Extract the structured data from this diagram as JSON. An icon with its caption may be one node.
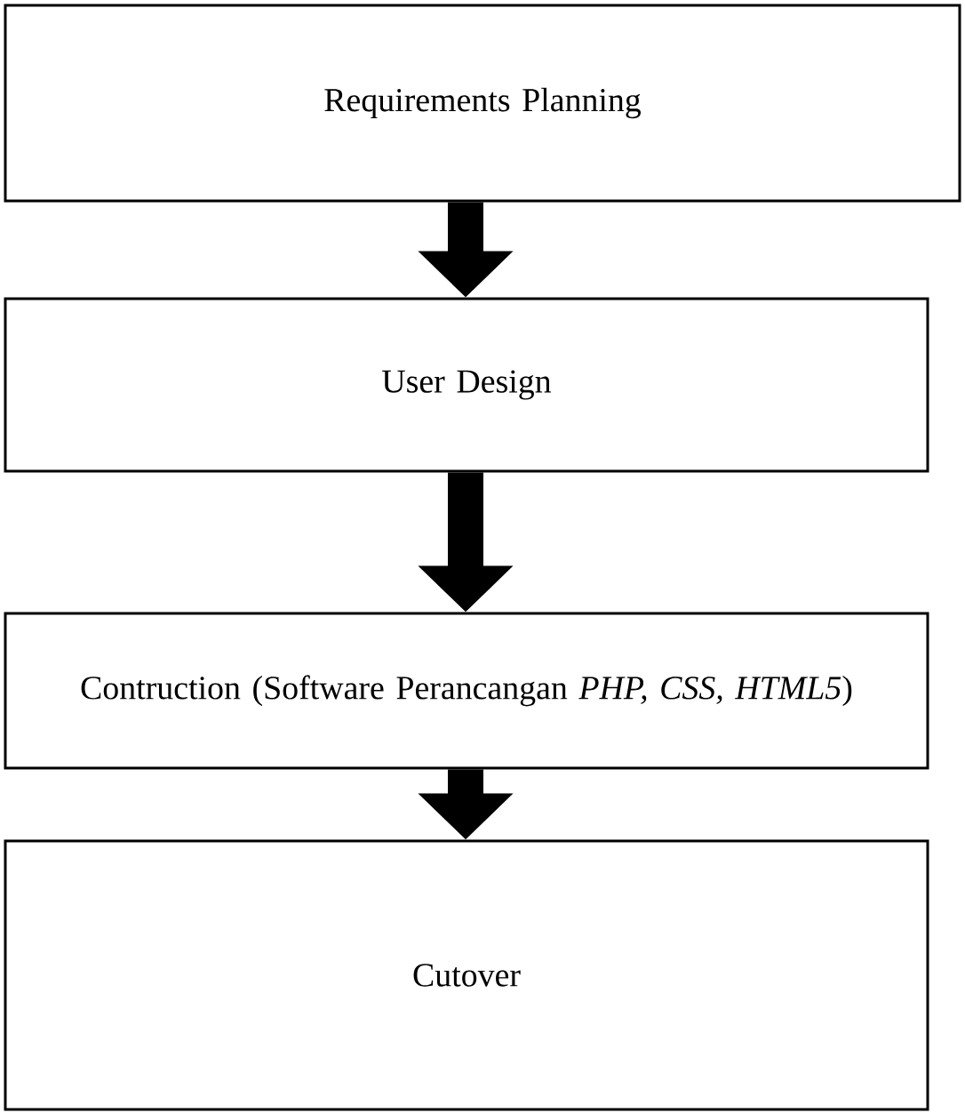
{
  "diagram": {
    "nodes": [
      {
        "text": [
          "Requirements Planning"
        ]
      },
      {
        "text": [
          "User Design"
        ]
      },
      {
        "text": [
          "Contruction (Software Perancangan *PHP, CSS, HTML5*)"
        ]
      },
      {
        "text": [
          "Cutover"
        ]
      }
    ],
    "edges": [
      {
        "from": 0,
        "to": 1,
        "arrow": "to"
      },
      {
        "from": 1,
        "to": 2,
        "arrow": "to"
      },
      {
        "from": 2,
        "to": 3,
        "arrow": "to"
      }
    ]
  }
}
